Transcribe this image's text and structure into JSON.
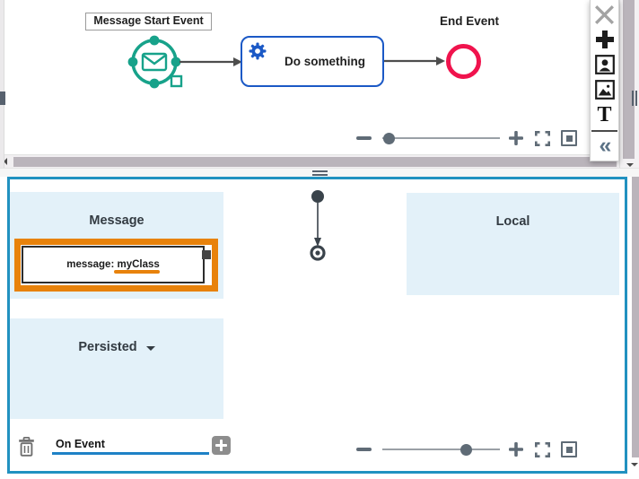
{
  "diagram": {
    "nodes": [
      {
        "type": "message-start-event",
        "label": "Message Start Event"
      },
      {
        "type": "service-task",
        "label": "Do something"
      },
      {
        "type": "end-event",
        "label": "End Event"
      }
    ]
  },
  "right_toolbar": {
    "icons": [
      {
        "name": "close-icon"
      },
      {
        "name": "add-plus-icon"
      },
      {
        "name": "portrait-icon"
      },
      {
        "name": "image-icon"
      },
      {
        "name": "text-tool-icon",
        "glyph": "T"
      },
      {
        "name": "collapse-icon",
        "glyph": "«"
      }
    ]
  },
  "zoom_controls": {
    "top": {
      "slider_position_pct": 5,
      "icons": [
        "zoom-out",
        "slider",
        "zoom-in",
        "fit-viewport",
        "reset-zoom"
      ]
    },
    "bottom": {
      "slider_position_pct": 72,
      "icons": [
        "zoom-out",
        "slider",
        "zoom-in",
        "fit-viewport",
        "reset-zoom"
      ]
    }
  },
  "data_panel": {
    "sections": [
      {
        "title": "Message"
      },
      {
        "title": "Local"
      },
      {
        "title": "Persisted",
        "dropdown": true
      }
    ],
    "selected_item": {
      "label": "message: myClass"
    },
    "footer": {
      "input_value": "On Event",
      "add_button_glyph": "+"
    }
  },
  "colors": {
    "event_teal": "#17a28a",
    "task_blue": "#1b59c6",
    "end_event_red": "#f0134d",
    "selection_orange": "#e8820b",
    "panel_border_blue": "#2191c0",
    "section_bg_blue": "#e3f1f9",
    "input_underline_blue": "#1e81c6",
    "control_slate": "#5f6b76"
  }
}
